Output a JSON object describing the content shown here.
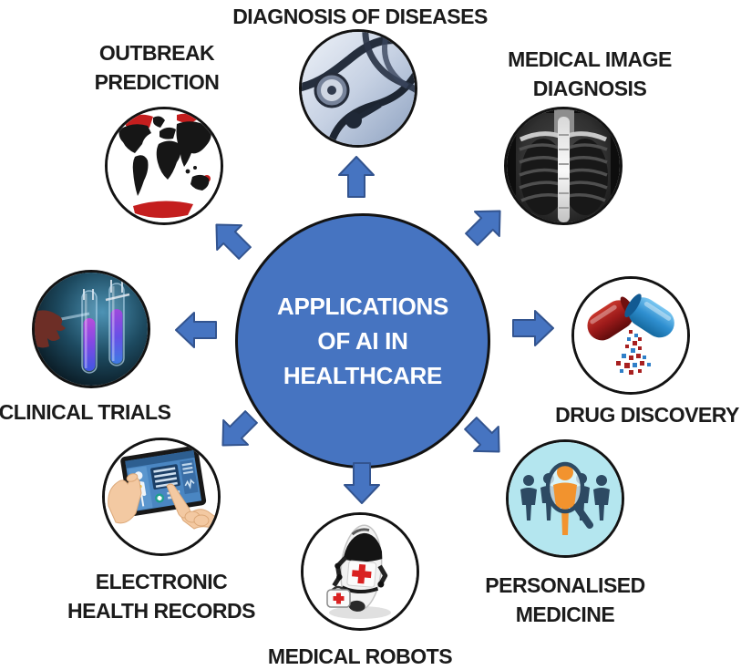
{
  "diagram": {
    "center": {
      "lines": [
        "APPLICATIONS",
        "OF AI IN",
        "HEALTHCARE"
      ]
    },
    "nodes": [
      {
        "id": "diagnosis-of-diseases",
        "icon": "stethoscope-icon",
        "lines": [
          "DIAGNOSIS OF DISEASES"
        ]
      },
      {
        "id": "outbreak-prediction",
        "icon": "world-map-icon",
        "lines": [
          "OUTBREAK",
          "PREDICTION"
        ]
      },
      {
        "id": "medical-image-diagnosis",
        "icon": "chest-xray-icon",
        "lines": [
          "MEDICAL IMAGE",
          "DIAGNOSIS"
        ]
      },
      {
        "id": "clinical-trials",
        "icon": "test-tubes-icon",
        "lines": [
          "CLINICAL TRIALS"
        ]
      },
      {
        "id": "drug-discovery",
        "icon": "capsule-icon",
        "lines": [
          "DRUG DISCOVERY"
        ]
      },
      {
        "id": "electronic-health-records",
        "icon": "tablet-hands-icon",
        "lines": [
          "ELECTRONIC",
          "HEALTH RECORDS"
        ]
      },
      {
        "id": "medical-robots",
        "icon": "robot-icon",
        "lines": [
          "MEDICAL ROBOTS"
        ]
      },
      {
        "id": "personalised-medicine",
        "icon": "magnifier-people-icon",
        "lines": [
          "PERSONALISED",
          "MEDICINE"
        ]
      }
    ],
    "colors": {
      "center_blue": "#4674c1",
      "arrow_blue": "#4674c1",
      "arrow_edge": "#33548f",
      "outline_black": "#131313",
      "label_text": "#1b1b1b",
      "center_text": "#ffffff",
      "personalised_bg": "#b4e6ef",
      "capsule_red": "#a82020",
      "capsule_blue": "#2f8fd0",
      "cross_red": "#d92121",
      "highlight_orange": "#f2932e",
      "map_red": "#c41e1e"
    }
  }
}
